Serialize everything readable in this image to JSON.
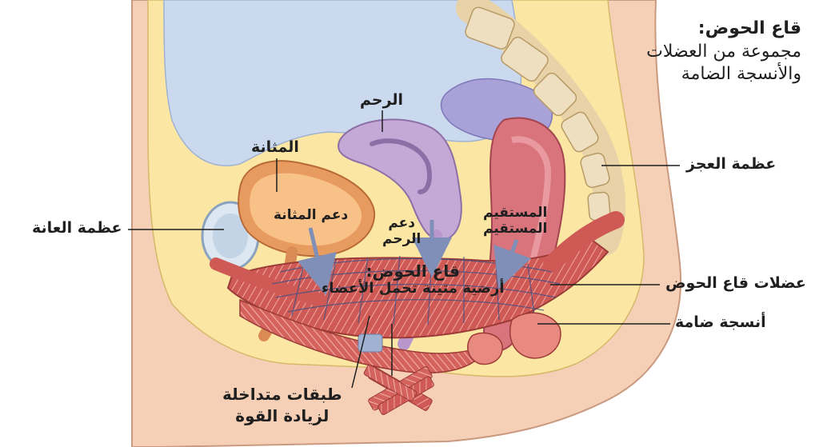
{
  "title": {
    "line1": "قاع الحوض:",
    "line2": "مجموعة من العضلات",
    "line3": "والأنسجة الضامة"
  },
  "labels": {
    "uterus": "الرحم",
    "bladder": "المثانة",
    "bladder_support": "دعم المثانة",
    "uterus_support_1": "دعم",
    "uterus_support_2": "الرحم",
    "rectum_1": "المستقيم",
    "rectum_2": "المستقيم",
    "pubic_bone": "عظمة العانة",
    "coccyx": "عظمة العجز",
    "pelvic_floor_muscles": "عضلات قاع الحوض",
    "connective_tissue": "أنسجة ضامة",
    "floor_title": "قاع الحوض:",
    "floor_desc": "أرضية متينة تحمل الأعضاء",
    "layers_1": "طبقات متداخلة",
    "layers_2": "لزيادة القوة"
  },
  "colors": {
    "skin": "#f6d0b6",
    "fat": "#fbe7a3",
    "cavity": "#cbd9ef",
    "bladder": "#f3b474",
    "uterus": "#c4a8d6",
    "rectum": "#d9737c",
    "muscle": "#cf5a55",
    "bone": "#eedfc0",
    "arrow": "#7f8fb8"
  }
}
